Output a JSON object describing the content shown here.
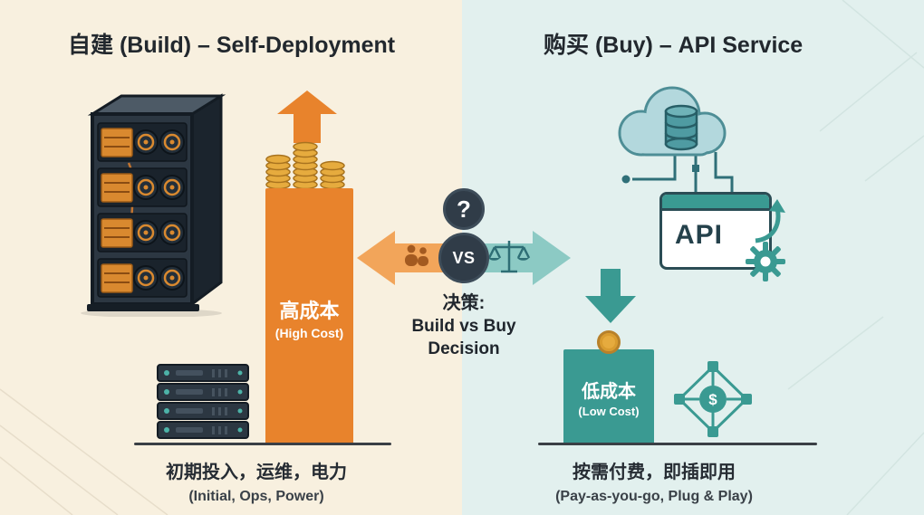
{
  "left": {
    "title": "自建 (Build) – Self-Deployment",
    "bar_label_cn": "高成本",
    "bar_label_en": "(High Cost)",
    "caption_cn": "初期投入，运维，电力",
    "caption_en": "(Initial, Ops, Power)"
  },
  "center": {
    "question_mark": "?",
    "vs_label": "VS",
    "decision_cn": "决策:",
    "decision_line1": "Build vs Buy",
    "decision_line2": "Decision"
  },
  "right": {
    "title": "购买 (Buy) – API Service",
    "api_label": "API",
    "bar_label_cn": "低成本",
    "bar_label_en": "(Low Cost)",
    "caption_cn": "按需付费，即插即用",
    "caption_en": "(Pay-as-you-go, Plug & Play)",
    "plug_dollar": "$"
  },
  "colors": {
    "left_bg": "#f8f0df",
    "right_bg": "#e2f0ee",
    "orange": "#e8832c",
    "orange_light": "#f2a55a",
    "teal": "#3a9a92",
    "teal_light": "#8ccac4",
    "gold": "#e6ab3e",
    "dark": "#303c48",
    "text": "#22282e"
  }
}
